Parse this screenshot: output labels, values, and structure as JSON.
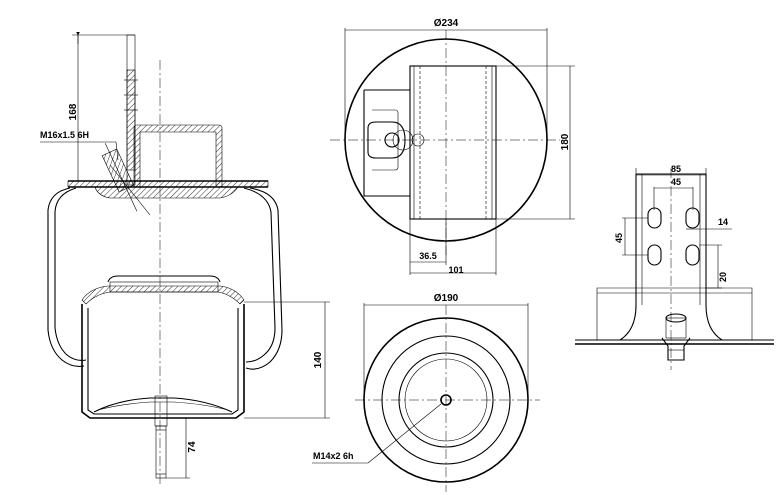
{
  "dimensions": {
    "height_168": "168",
    "thread_m16": "M16x1.5 6H",
    "height_140": "140",
    "stud_74": "74",
    "dia_234": "Ø234",
    "width_180": "180",
    "offset_36_5": "36.5",
    "offset_101": "101",
    "dia_190": "Ø190",
    "thread_m14": "M14x2 6h",
    "bracket_85": "85",
    "bracket_45_h": "45",
    "bracket_14": "14",
    "bracket_45_v": "45",
    "bracket_20": "20"
  }
}
